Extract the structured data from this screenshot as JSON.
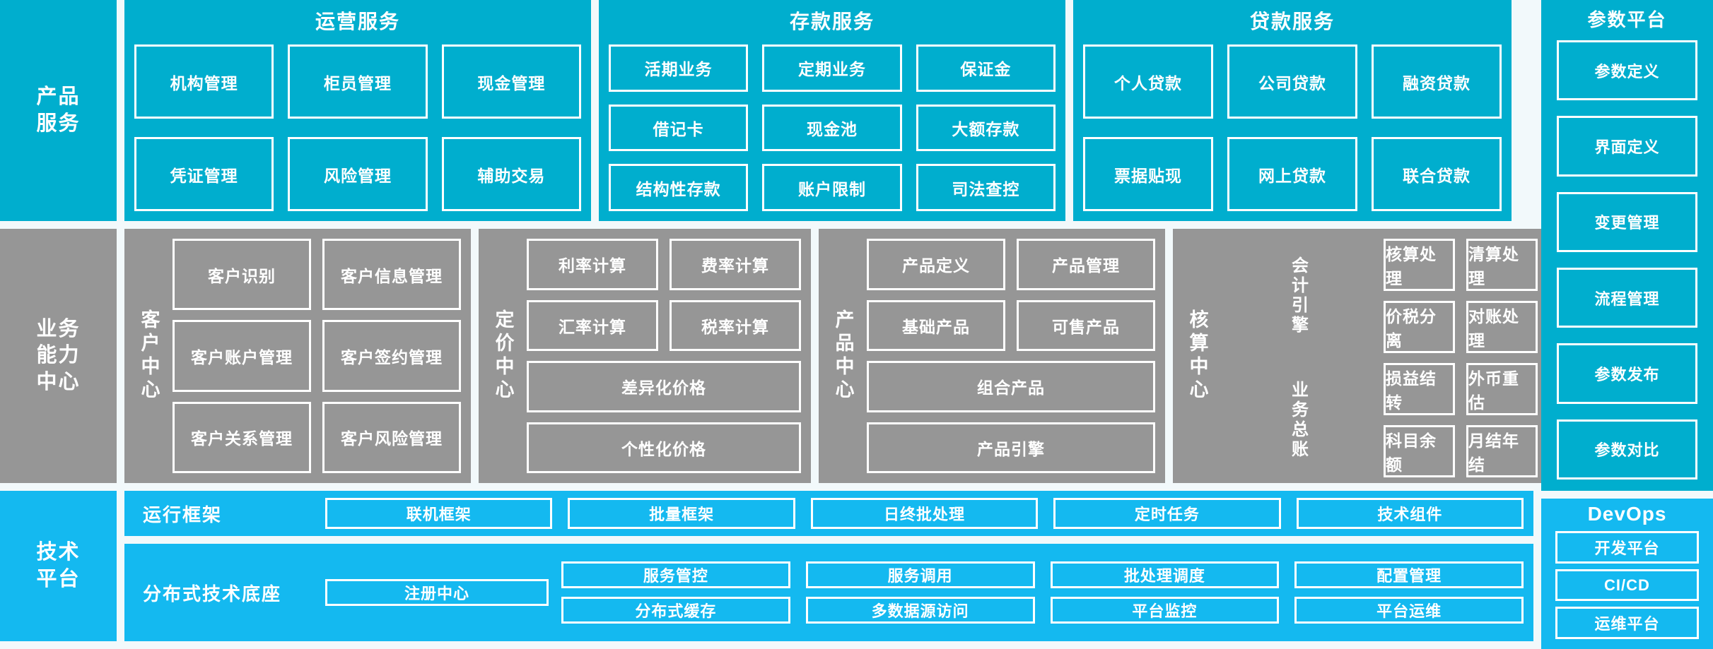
{
  "product_services": {
    "rail_label": "产品\n服务",
    "groups": [
      {
        "title": "运营服务",
        "rows": [
          [
            "机构管理",
            "柜员管理",
            "现金管理"
          ],
          [
            "凭证管理",
            "风险管理",
            "辅助交易"
          ]
        ]
      },
      {
        "title": "存款服务",
        "rows": [
          [
            "活期业务",
            "定期业务",
            "保证金"
          ],
          [
            "借记卡",
            "现金池",
            "大额存款"
          ],
          [
            "结构性存款",
            "账户限制",
            "司法查控"
          ]
        ]
      },
      {
        "title": "贷款服务",
        "rows": [
          [
            "个人贷款",
            "公司贷款",
            "融资贷款"
          ],
          [
            "票据贴现",
            "网上贷款",
            "联合贷款"
          ]
        ]
      }
    ]
  },
  "business_capability": {
    "rail_label": "业务\n能力\n中心",
    "centers": [
      {
        "vlabel": "客户中心",
        "rows": [
          [
            "客户识别",
            "客户信息管理"
          ],
          [
            "客户账户管理",
            "客户签约管理"
          ],
          [
            "客户关系管理",
            "客户风险管理"
          ]
        ]
      },
      {
        "vlabel": "定价中心",
        "rows": [
          [
            "利率计算",
            "费率计算"
          ],
          [
            "汇率计算",
            "税率计算"
          ],
          [
            "差异化价格"
          ],
          [
            "个性化价格"
          ]
        ]
      },
      {
        "vlabel": "产品中心",
        "rows": [
          [
            "产品定义",
            "产品管理"
          ],
          [
            "基础产品",
            "可售产品"
          ],
          [
            "组合产品"
          ],
          [
            "产品引擎"
          ]
        ]
      },
      {
        "vlabel": "核算中心",
        "sub_label_1": "会计引擎",
        "sub_label_2": "业务总账",
        "rows_1": [
          [
            "核算处理",
            "清算处理"
          ],
          [
            "价税分离",
            "对账处理"
          ]
        ],
        "rows_2": [
          [
            "损益结转",
            "外币重估"
          ],
          [
            "科目余额",
            "月结年结"
          ]
        ]
      }
    ]
  },
  "technology_platform": {
    "rail_label": "技术\n平台",
    "row1": {
      "label": "运行框架",
      "cells": [
        "联机框架",
        "批量框架",
        "日终批处理",
        "定时任务",
        "技术组件"
      ]
    },
    "row2": {
      "label": "分布式技术底座",
      "registry": "注册中心",
      "cells_top": [
        "服务管控",
        "服务调用",
        "批处理调度",
        "配置管理"
      ],
      "cells_bottom": [
        "分布式缓存",
        "多数据源访问",
        "平台监控",
        "平台运维"
      ]
    }
  },
  "parameter_platform": {
    "title": "参数平台",
    "items": [
      "参数定义",
      "界面定义",
      "变更管理",
      "流程管理",
      "参数发布",
      "参数对比"
    ]
  },
  "devops": {
    "title": "DevOps",
    "items": [
      "开发平台",
      "CI/CD",
      "运维平台"
    ]
  },
  "colors": {
    "teal": "#00AECE",
    "gray": "#969696",
    "bright_blue": "#14B9F0",
    "background": "#f2f9fb",
    "border": "#ffffff"
  }
}
